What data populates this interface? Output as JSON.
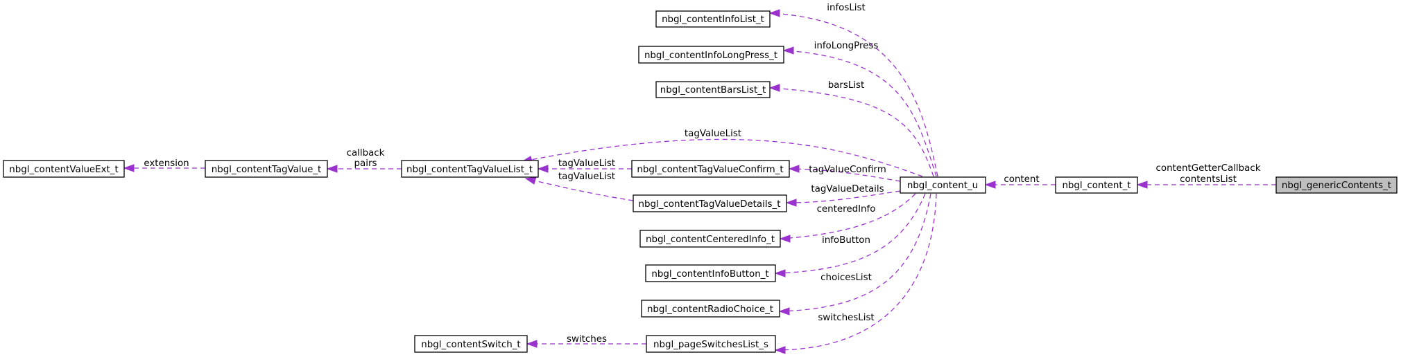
{
  "colors": {
    "edge": "#9a32cd",
    "focus_fill": "#bfbfbf",
    "node_border": "#000000"
  },
  "nodes": {
    "generic_contents": "nbgl_genericContents_t",
    "content_t": "nbgl_content_t",
    "content_u": "nbgl_content_u",
    "info_list": "nbgl_contentInfoList_t",
    "info_long_press": "nbgl_contentInfoLongPress_t",
    "bars_list": "nbgl_contentBarsList_t",
    "tag_value_list": "nbgl_contentTagValueList_t",
    "tag_value_confirm": "nbgl_contentTagValueConfirm_t",
    "tag_value_details": "nbgl_contentTagValueDetails_t",
    "centered_info": "nbgl_contentCenteredInfo_t",
    "info_button": "nbgl_contentInfoButton_t",
    "radio_choice": "nbgl_contentRadioChoice_t",
    "page_switches_list": "nbgl_pageSwitchesList_s",
    "content_switch": "nbgl_contentSwitch_t",
    "tag_value": "nbgl_contentTagValue_t",
    "value_ext": "nbgl_contentValueExt_t"
  },
  "edges": {
    "content_getter_callback": "contentGetterCallback",
    "contents_list": "contentsList",
    "content": "content",
    "infos_list": "infosList",
    "info_long_press": "infoLongPress",
    "bars_list": "barsList",
    "tag_value_list_top": "tagValueList",
    "tag_value_confirm": "tagValueConfirm",
    "tag_value_details": "tagValueDetails",
    "centered_info": "centeredInfo",
    "info_button": "infoButton",
    "choices_list": "choicesList",
    "switches_list": "switchesList",
    "switches": "switches",
    "confirm_tag_value_list": "tagValueList",
    "details_tag_value_list": "tagValueList",
    "callback": "callback",
    "pairs": "pairs",
    "extension": "extension"
  }
}
